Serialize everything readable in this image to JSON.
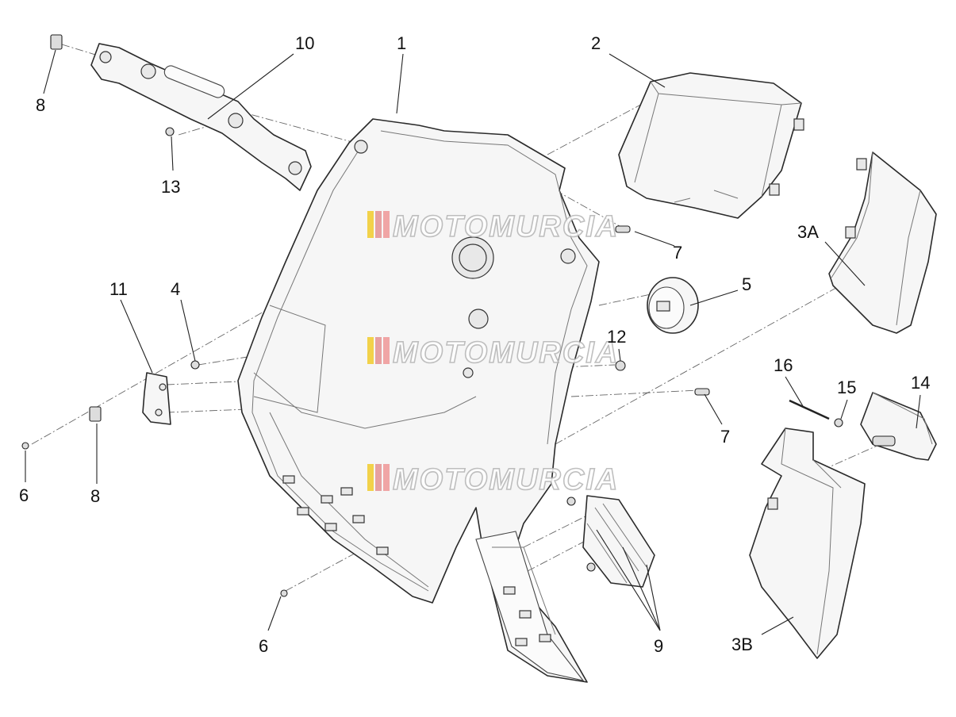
{
  "callouts": {
    "c1": "1",
    "c2": "2",
    "c3a": "3A",
    "c3b": "3B",
    "c4": "4",
    "c5": "5",
    "c6a": "6",
    "c6b": "6",
    "c7a": "7",
    "c7b": "7",
    "c8a": "8",
    "c8b": "8",
    "c9": "9",
    "c10": "10",
    "c11": "11",
    "c12": "12",
    "c13": "13",
    "c14": "14",
    "c15": "15",
    "c16": "16"
  },
  "watermark": {
    "text": "MOTOMURCIA",
    "stripe_colors": [
      "#f2d24a",
      "#e7a0a0",
      "#f0a5a5"
    ]
  }
}
